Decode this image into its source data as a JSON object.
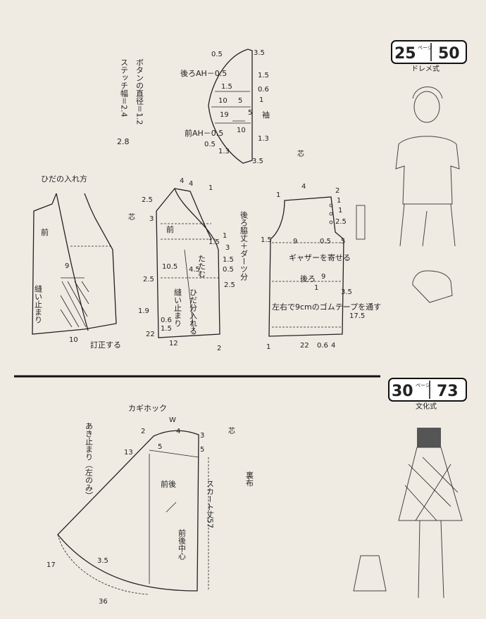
{
  "top": {
    "badge": {
      "page": "25",
      "page_suffix": "ページ",
      "number": "50",
      "caption": "ドレメ式"
    },
    "note_col1": "ボタンの直径＝1.2",
    "note_col2": "ステッチ幅＝2.4",
    "note_col3": "2.8",
    "sleeve": {
      "back_ah": "後ろAH－0.5",
      "front_ah": "前AH－0.5",
      "label": "袖",
      "measures": [
        "0.5",
        "3.5",
        "1.5",
        "1.5",
        "0.6",
        "10",
        "5",
        "1",
        "19",
        "5",
        "1.3",
        "1.3",
        "0.5",
        "3.5",
        "10"
      ]
    },
    "pleat_title": "ひだの入れ方",
    "pleat_front": "前",
    "pleat_sew_stop": "縫い止まり",
    "pleat_nums": [
      "9",
      "10"
    ],
    "pleat_correct": "訂正する",
    "front": {
      "label": "前",
      "fold": "たたむ",
      "pleat": "ひだ分入れる",
      "sew_stop": "縫い止まり",
      "back_side": "後ろ脇丈＋ダーツ分",
      "interfacing": "芯",
      "nums": [
        "4",
        "4",
        "1",
        "2.5",
        "3",
        "1.5",
        "1",
        "3",
        "1.5",
        "0.5",
        "2.5",
        "10.5",
        "4.5",
        "2.5",
        "1.9",
        "0.6",
        "1.5",
        "22",
        "12",
        "2"
      ]
    },
    "back": {
      "label": "後ろ",
      "gather": "ギャザーを寄せる",
      "elastic": "左右で9cmのゴムテープを通す",
      "interfacing": "芯",
      "nums": [
        "1",
        "4",
        "2",
        "1",
        "1",
        "2.5",
        "1.5",
        "9",
        "0.5",
        "5",
        "9",
        "1",
        "3.5",
        "17.5",
        "1",
        "22",
        "0.6",
        "4"
      ]
    }
  },
  "bottom": {
    "badge": {
      "page": "30",
      "page_suffix": "ページ",
      "number": "73",
      "caption": "文化式"
    },
    "hook": "カギホック",
    "opening": "あき止まり（左のみ）",
    "front_back": "前後",
    "length": "スカート丈57",
    "center": "前後中心",
    "lining": "裏布",
    "interfacing": "芯",
    "nums": [
      "W",
      "4",
      "2",
      "3",
      "5",
      "5",
      "13",
      "17",
      "3.5",
      "36"
    ]
  }
}
